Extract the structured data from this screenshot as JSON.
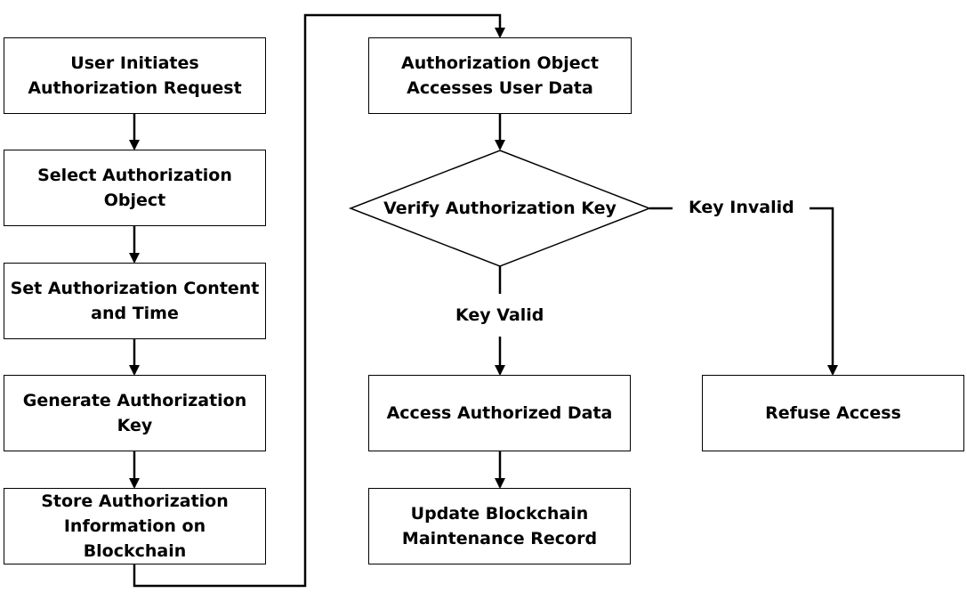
{
  "nodes": {
    "user_initiates": "User Initiates\nAuthorization Request",
    "select_object": "Select Authorization\nObject",
    "set_content": "Set Authorization Content\nand Time",
    "generate_key": "Generate Authorization\nKey",
    "store_info": "Store Authorization\nInformation on Blockchain",
    "object_accesses": "Authorization Object\nAccesses User Data",
    "verify_key": "Verify Authorization Key",
    "access_data": "Access Authorized Data",
    "update_record": "Update Blockchain\nMaintenance Record",
    "refuse_access": "Refuse Access"
  },
  "edge_labels": {
    "key_valid": "Key Valid",
    "key_invalid": "Key Invalid"
  },
  "colors": {
    "stroke": "#000000",
    "fill": "#ffffff",
    "text": "#000000"
  }
}
